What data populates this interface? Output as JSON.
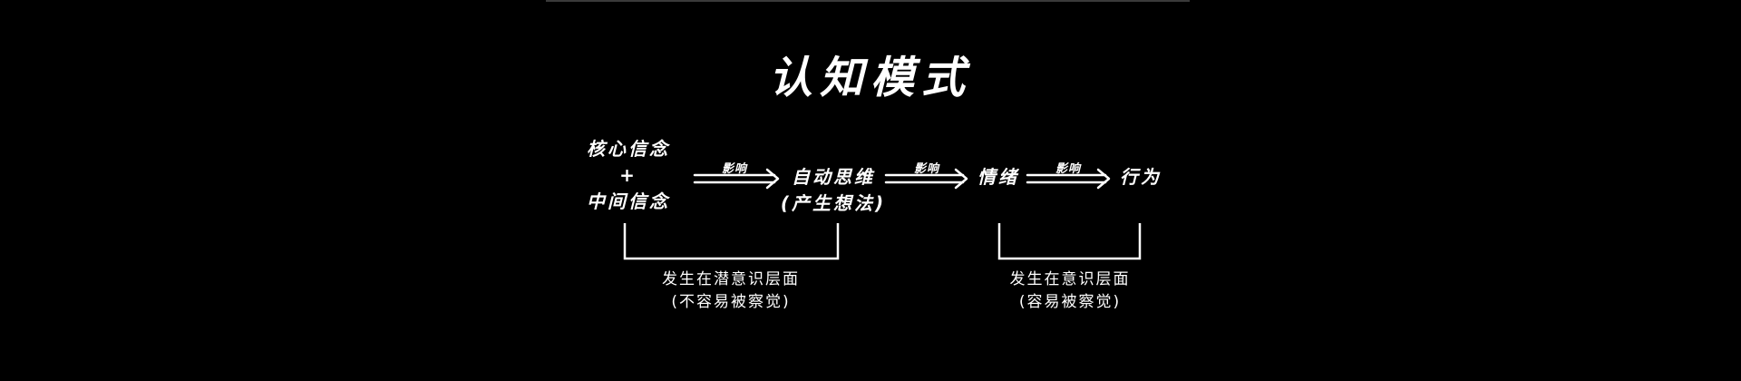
{
  "title": "认知模式",
  "nodes": {
    "core_belief": "核心信念",
    "plus": "+",
    "intermediate_belief": "中间信念",
    "auto_thought": "自动思维",
    "auto_thought_sub": "(产生想法)",
    "emotion": "情绪",
    "behavior": "行为"
  },
  "edges": {
    "edge1_label": "影响",
    "edge2_label": "影响",
    "edge3_label": "影响"
  },
  "notes": {
    "subconscious_line1": "发生在潜意识层面",
    "subconscious_line2": "(不容易被察觉)",
    "conscious_line1": "发生在意识层面",
    "conscious_line2": "(容易被察觉)"
  },
  "colors": {
    "background": "#000000",
    "foreground": "#ffffff",
    "top_line": "#3a3a3a"
  }
}
